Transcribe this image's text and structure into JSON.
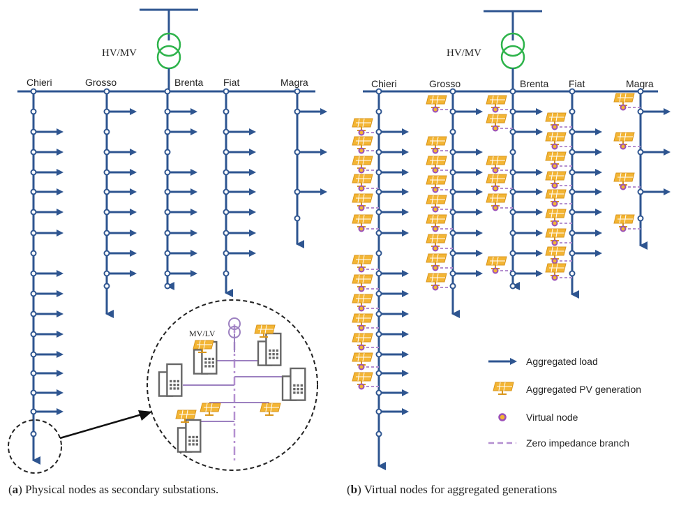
{
  "panels": {
    "a": {
      "transformer_label": "HV/MV",
      "feeders": [
        "Chieri",
        "Grosso",
        "Brenta",
        "Fiat",
        "Magra"
      ],
      "inset": {
        "transformer_label": "MV/LV"
      }
    },
    "b": {
      "transformer_label": "HV/MV",
      "feeders": [
        "Chieri",
        "Grosso",
        "Brenta",
        "Fiat",
        "Magra"
      ]
    }
  },
  "legend": {
    "aggregated_load": "Aggregated load",
    "aggregated_pv": "Aggregated PV generation",
    "virtual_node": "Virtual node",
    "zero_impedance": "Zero impedance branch"
  },
  "captions": {
    "a": {
      "letter": "a",
      "text": " Physical nodes as secondary substations."
    },
    "b": {
      "letter": "b",
      "text": " Virtual nodes for aggregated generations"
    }
  },
  "colors": {
    "feeder": "#2e5590",
    "transformer": "#2db34a",
    "pv": "#f3b534",
    "virtual_node": "#9b50b8",
    "zero_branch": "#b48fd0",
    "building": "#666666"
  }
}
